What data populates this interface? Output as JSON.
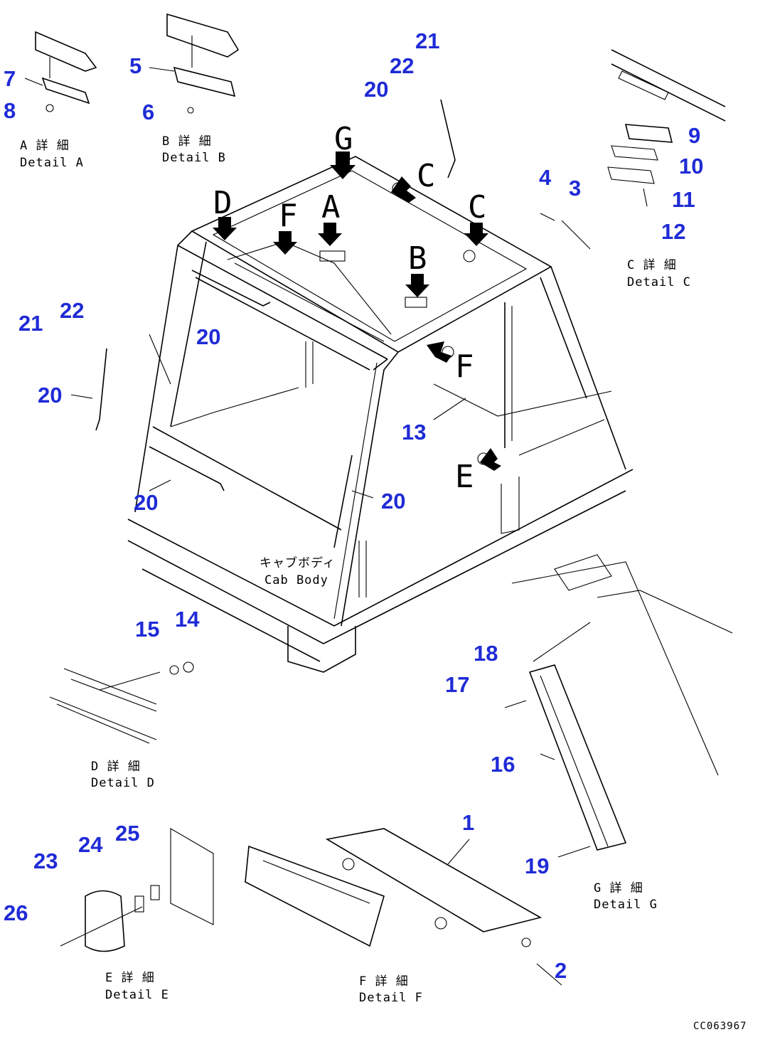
{
  "drawing_code": "CC063967",
  "body_label": {
    "jp": "キャブボディ",
    "en": "Cab Body"
  },
  "details": [
    {
      "id": "A",
      "jp": "A 詳 細",
      "en": "Detail A"
    },
    {
      "id": "B",
      "jp": "B 詳 細",
      "en": "Detail B"
    },
    {
      "id": "C",
      "jp": "C 詳 細",
      "en": "Detail C"
    },
    {
      "id": "D",
      "jp": "D 詳 細",
      "en": "Detail D"
    },
    {
      "id": "E",
      "jp": "E 詳 細",
      "en": "Detail E"
    },
    {
      "id": "F",
      "jp": "F 詳 細",
      "en": "Detail F"
    },
    {
      "id": "G",
      "jp": "G 詳 細",
      "en": "Detail G"
    }
  ],
  "callouts": [
    {
      "n": "1"
    },
    {
      "n": "2"
    },
    {
      "n": "3"
    },
    {
      "n": "4"
    },
    {
      "n": "5"
    },
    {
      "n": "6"
    },
    {
      "n": "7"
    },
    {
      "n": "8"
    },
    {
      "n": "9"
    },
    {
      "n": "10"
    },
    {
      "n": "11"
    },
    {
      "n": "12"
    },
    {
      "n": "13"
    },
    {
      "n": "14"
    },
    {
      "n": "15"
    },
    {
      "n": "16"
    },
    {
      "n": "17"
    },
    {
      "n": "18"
    },
    {
      "n": "19"
    },
    {
      "n": "20"
    },
    {
      "n": "20"
    },
    {
      "n": "20"
    },
    {
      "n": "20"
    },
    {
      "n": "20"
    },
    {
      "n": "21"
    },
    {
      "n": "21"
    },
    {
      "n": "22"
    },
    {
      "n": "22"
    },
    {
      "n": "23"
    },
    {
      "n": "24"
    },
    {
      "n": "25"
    },
    {
      "n": "26"
    }
  ],
  "view_letters": [
    {
      "l": "G"
    },
    {
      "l": "D"
    },
    {
      "l": "F"
    },
    {
      "l": "A"
    },
    {
      "l": "C"
    },
    {
      "l": "C"
    },
    {
      "l": "B"
    },
    {
      "l": "F"
    },
    {
      "l": "E"
    }
  ]
}
